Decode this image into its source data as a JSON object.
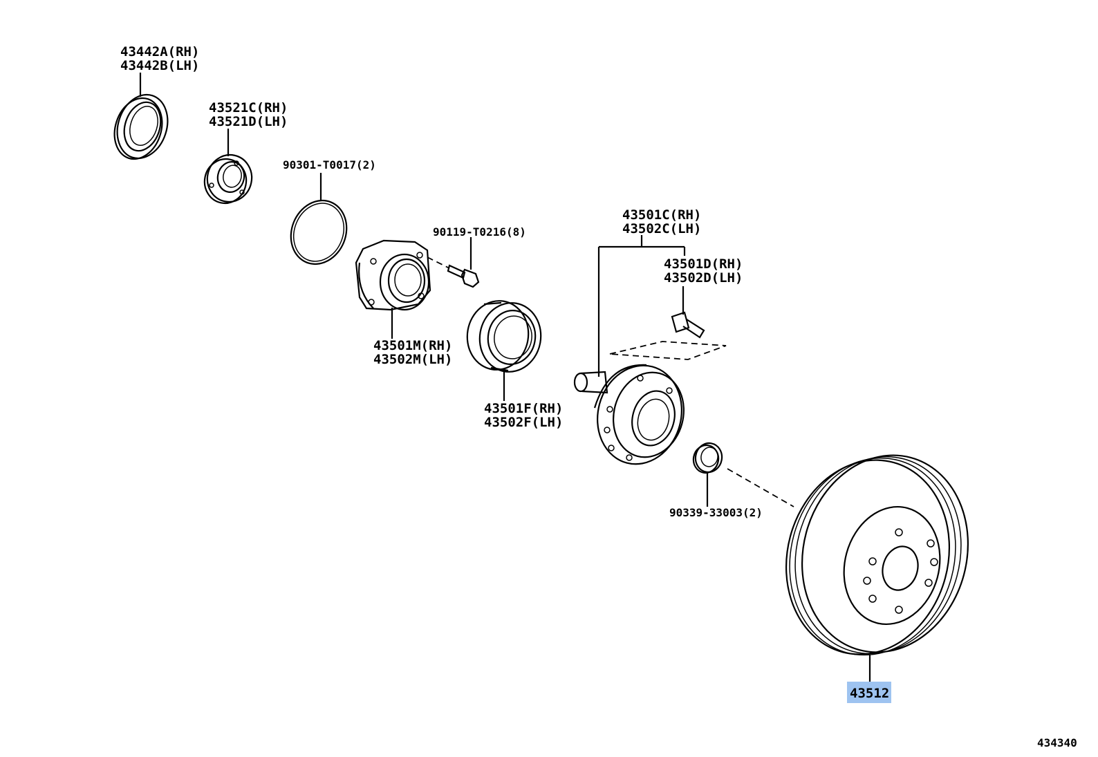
{
  "diagram": {
    "parts": [
      {
        "id": "seal",
        "lines": [
          "43442A(RH)",
          "43442B(LH)"
        ]
      },
      {
        "id": "cup",
        "lines": [
          "43521C(RH)",
          "43521D(LH)"
        ]
      },
      {
        "id": "oring",
        "lines": [
          "90301-T0017(2)"
        ]
      },
      {
        "id": "bolt",
        "lines": [
          "90119-T0216(8)"
        ]
      },
      {
        "id": "bearing-housing",
        "lines": [
          "43501M(RH)",
          "43502M(LH)"
        ]
      },
      {
        "id": "bearing",
        "lines": [
          "43501F(RH)",
          "43502F(LH)"
        ]
      },
      {
        "id": "hub",
        "lines": [
          "43501C(RH)",
          "43502C(LH)"
        ]
      },
      {
        "id": "stud",
        "lines": [
          "43501D(RH)",
          "43502D(LH)"
        ]
      },
      {
        "id": "nut",
        "lines": [
          "90339-33003(2)"
        ]
      },
      {
        "id": "disc",
        "lines": [
          "43512"
        ],
        "highlight_color": "#9ec3f0"
      }
    ],
    "figure_number": "434340"
  }
}
